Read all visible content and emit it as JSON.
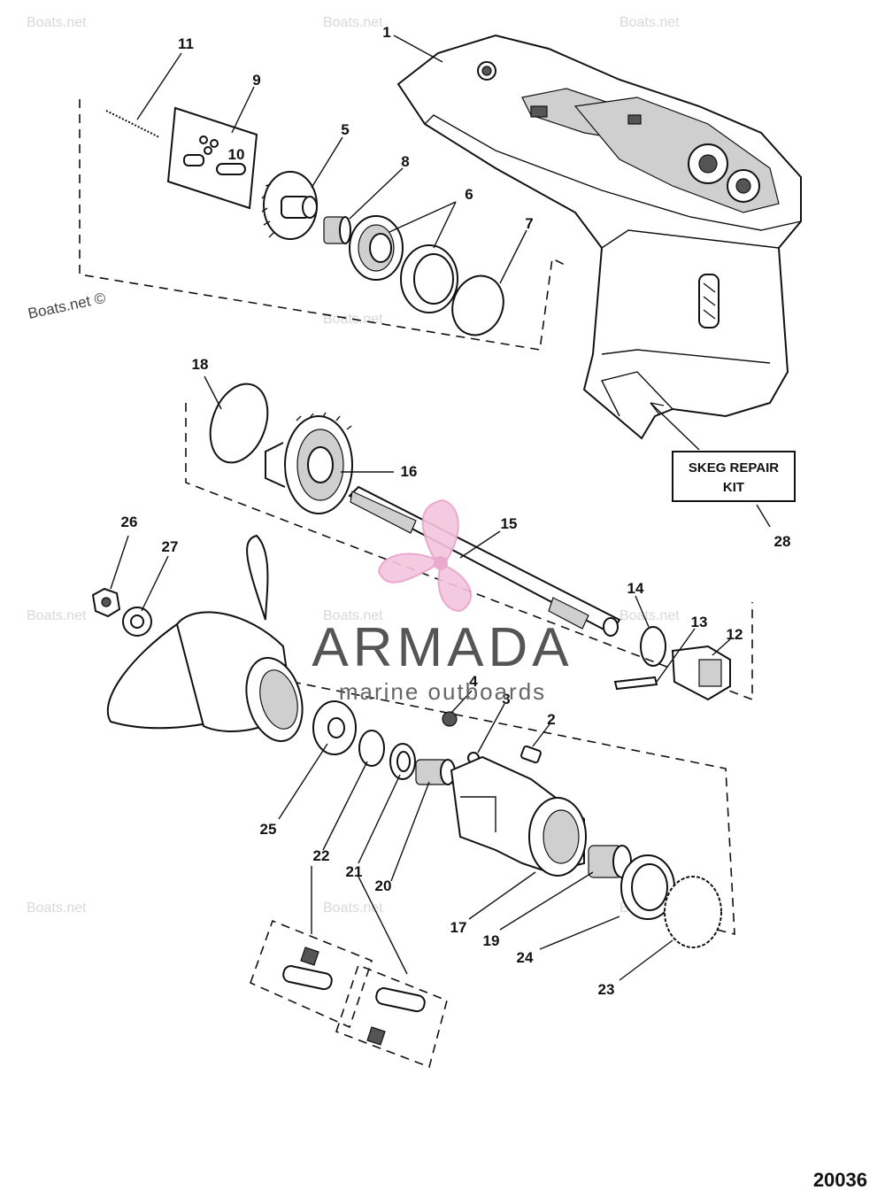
{
  "watermark": "Boats.net",
  "credit": "Boats.net ©",
  "logo": {
    "name": "ARMADA",
    "tagline": "marine outboards",
    "accent": "#e8a0c8"
  },
  "skeg_label_line1": "SKEG REPAIR",
  "skeg_label_line2": "KIT",
  "figure_number": "20036",
  "callouts": [
    {
      "id": "1"
    },
    {
      "id": "2"
    },
    {
      "id": "3"
    },
    {
      "id": "4"
    },
    {
      "id": "5"
    },
    {
      "id": "6"
    },
    {
      "id": "7"
    },
    {
      "id": "8"
    },
    {
      "id": "9"
    },
    {
      "id": "10"
    },
    {
      "id": "11"
    },
    {
      "id": "12"
    },
    {
      "id": "13"
    },
    {
      "id": "14"
    },
    {
      "id": "15"
    },
    {
      "id": "16"
    },
    {
      "id": "17"
    },
    {
      "id": "18"
    },
    {
      "id": "19"
    },
    {
      "id": "20"
    },
    {
      "id": "21"
    },
    {
      "id": "22"
    },
    {
      "id": "23"
    },
    {
      "id": "24"
    },
    {
      "id": "25"
    },
    {
      "id": "26"
    },
    {
      "id": "27"
    },
    {
      "id": "28"
    }
  ]
}
